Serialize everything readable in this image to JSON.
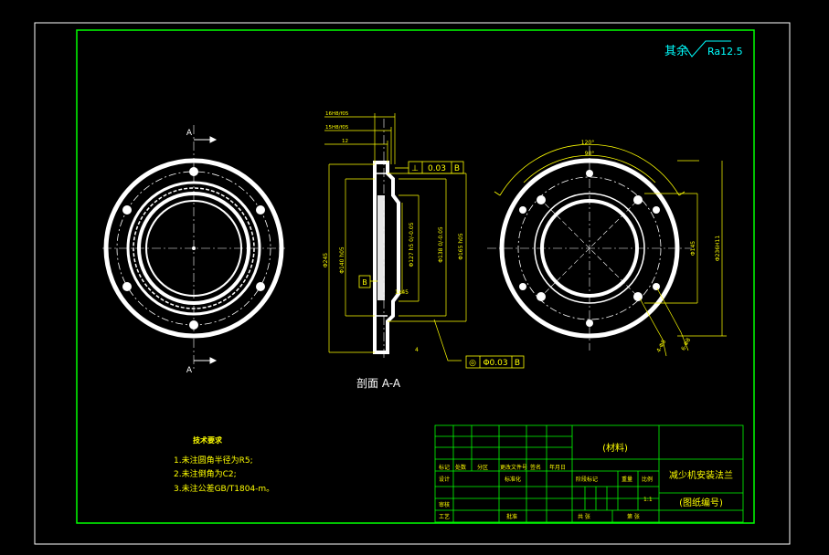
{
  "roughness": {
    "prefix": "其余",
    "value": "Ra12.5"
  },
  "section_markers": {
    "label": "A"
  },
  "section_title": "剖面 A-A",
  "section_dims": {
    "top": [
      "16H8/f05",
      "15H8/f05",
      "12"
    ],
    "vertical": [
      "Φ245",
      "Φ140 h05",
      "Φ127 h5 0/-0.05",
      "Φ138 0/-0.05",
      "Φ165 h05"
    ],
    "datum": "B",
    "chamfer": "1x45",
    "bottom_small": "4",
    "gdt_top": {
      "symbol": "⊥",
      "value": "0.03",
      "datum": "B"
    },
    "gdt_bottom": {
      "symbol": "◎",
      "value": "Φ0.03",
      "datum": "B"
    }
  },
  "right_view_dims": {
    "angle_outer": "120°",
    "angle_inner": "90°",
    "diameter_small": "Φ145",
    "diameter_large": "Φ236H11",
    "hole_a": "4-Φ8",
    "hole_b": "6-Φ8"
  },
  "tech_notes": {
    "title": "技术要求",
    "items": [
      "1.未注圆角半径为R5;",
      "2.未注倒角为C2;",
      "3.未注公差GB/T1804-m。"
    ]
  },
  "title_block": {
    "material": "(材料)",
    "part_name": "减少机安装法兰",
    "drawing_no": "(图纸编号)",
    "row_labels": {
      "mark": "标记",
      "count": "处数",
      "zone": "分区",
      "change_doc": "更改文件号",
      "sign": "签名",
      "date": "年月日",
      "design": "设计",
      "standard": "标准化",
      "review": "审核",
      "process": "工艺",
      "approve": "批准",
      "stage": "阶段标记",
      "weight": "重量",
      "scale": "比例",
      "scale_value": "1:1",
      "sheet_total": "共 张",
      "sheet_no": "第 张"
    }
  },
  "colors": {
    "background": "#000000",
    "frame": "#00ff00",
    "geometry": "#ffffff",
    "dimension": "#ffff00",
    "roughness": "#00ffff"
  }
}
